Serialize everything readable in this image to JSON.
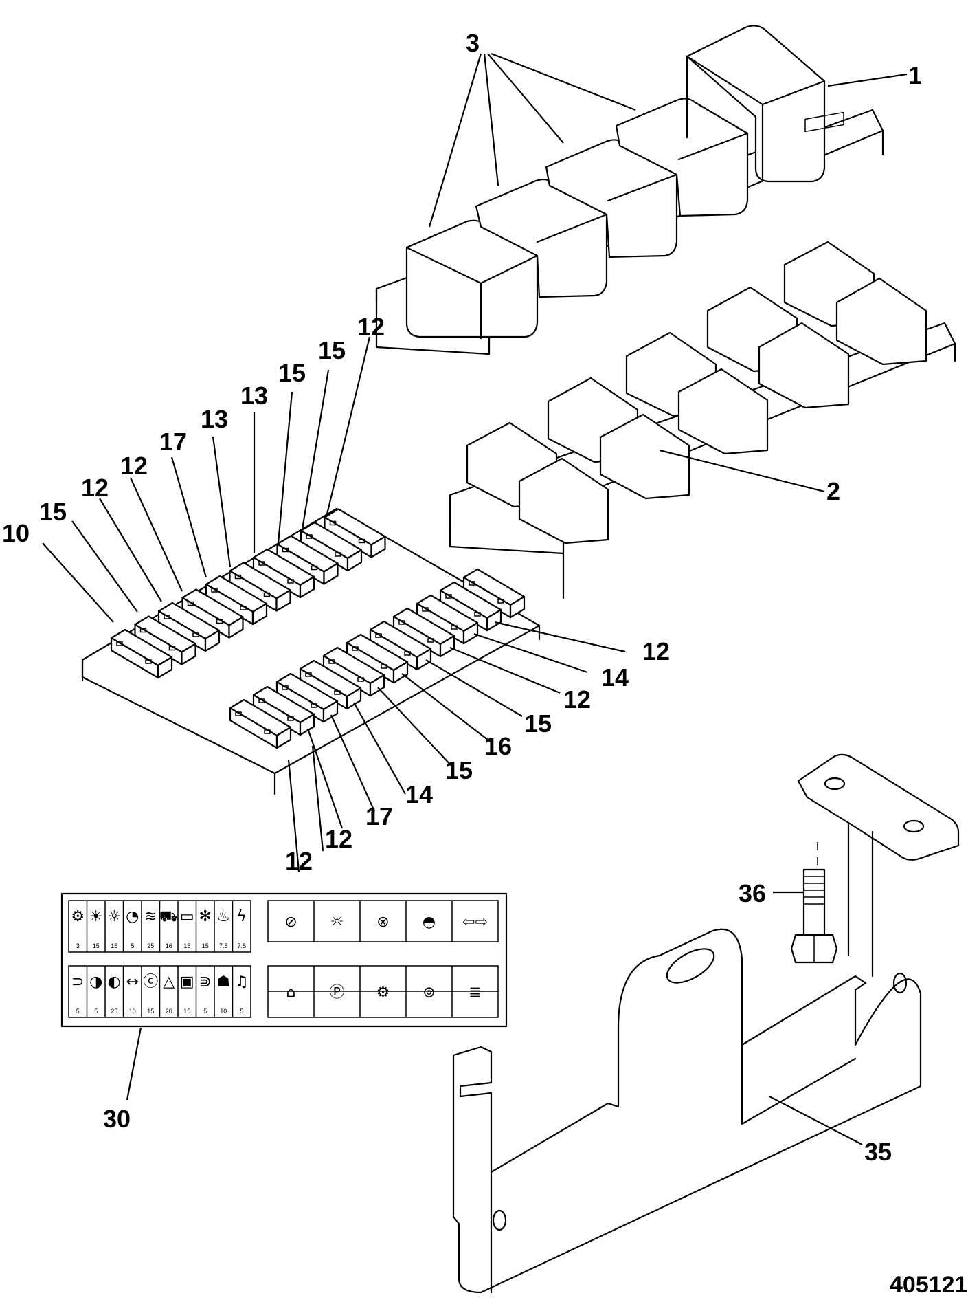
{
  "drawing": {
    "number": "405121"
  },
  "callouts": {
    "c1": "1",
    "c2": "2",
    "c3": "3",
    "c10": "10",
    "c15a": "15",
    "c12a": "12",
    "c12b": "12",
    "c17a": "17",
    "c13a": "13",
    "c13b": "13",
    "c15b": "15",
    "c15c": "15",
    "c12c": "12",
    "c12d": "12",
    "c14a": "14",
    "c12e": "12",
    "c15d": "15",
    "c16": "16",
    "c15e": "15",
    "c14b": "14",
    "c17b": "17",
    "c12f": "12",
    "c12g": "12",
    "c36": "36",
    "c30": "30",
    "c35": "35"
  },
  "fuse_label": {
    "top_row_ratings": [
      "3",
      "15",
      "15",
      "5",
      "25",
      "16",
      "15",
      "15",
      "7.5",
      "7.5"
    ],
    "bottom_row_ratings": [
      "5",
      "5",
      "25",
      "10",
      "15",
      "20",
      "15",
      "5",
      "10",
      "5"
    ],
    "top_row_icons": [
      "engine-icon",
      "sun-icon",
      "light-bulb-icon",
      "gauge-icon",
      "wiper-icon",
      "vehicle-icon",
      "mirror-icon",
      "fan-icon",
      "heater-icon",
      "lightning-icon"
    ],
    "bottom_row_icons": [
      "sidelight-icon",
      "low-beam-icon",
      "headlamp-icon",
      "indicator-icon",
      "brake-warning-icon",
      "hazard-icon",
      "work-light-icon",
      "horn-icon",
      "beacon-icon",
      "music-icon"
    ],
    "relay_icons_top": [
      "ignition-key-icon",
      "lamp-icon",
      "ignition-switch-icon",
      "work-lamp-icon",
      "turn-signal-icon"
    ],
    "relay_icons_bottom": [
      "horn-relay-icon",
      "parking-brake-icon",
      "gear-icon",
      "brake-icon",
      "main-beam-icon"
    ]
  }
}
